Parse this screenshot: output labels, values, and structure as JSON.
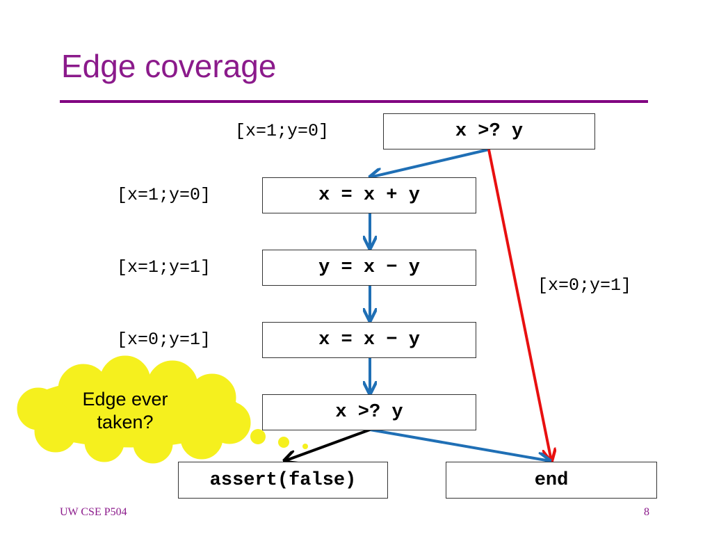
{
  "slide": {
    "title": "Edge coverage",
    "footer_left": "UW CSE P504",
    "page_number": "8"
  },
  "nodes": {
    "cond_top": "x >? y",
    "assign_1": "x = x + y",
    "assign_2": "y = x − y",
    "assign_3": "x = x − y",
    "cond_bottom": "x >? y",
    "assert": "assert(false)",
    "end": "end"
  },
  "annotations": {
    "state_1": "[x=1;y=0]",
    "state_2": "[x=1;y=0]",
    "state_3": "[x=1;y=1]",
    "state_4": "[x=0;y=1]",
    "state_right": "[x=0;y=1]"
  },
  "callout": {
    "line1": "Edge ever",
    "line2": "taken?"
  },
  "colors": {
    "title": "#8b1a8b",
    "rule": "#800080",
    "blue_edge": "#1f6fb5",
    "red_edge": "#e81010",
    "black_edge": "#000000",
    "cloud": "#f5f01e"
  }
}
